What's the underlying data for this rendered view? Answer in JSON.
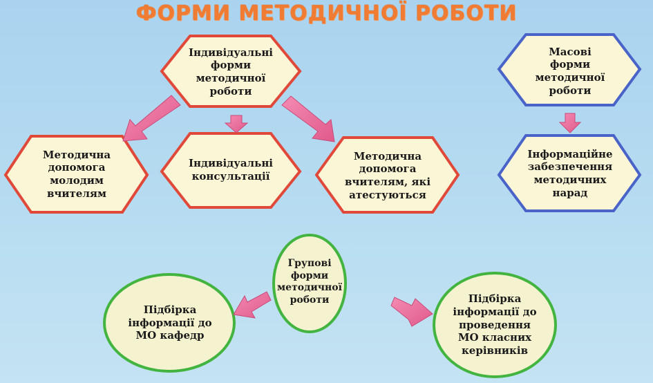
{
  "title": "ФОРМИ МЕТОДИЧНОЇ РОБОТИ",
  "colors": {
    "background": "#b4daf1",
    "title": "#f07c34",
    "individual_border": "#e0493a",
    "mass_border": "#4a63c9",
    "group_border": "#43b43f",
    "shape_fill": "#fbf6d6",
    "circle_fill": "#f5f3cf",
    "arrow": "#ec6f9c"
  },
  "individual": {
    "root": "Індивідуальні\nформи\nметодичної\nроботи",
    "children": [
      "Методична\nдопомога\nмолодим\nвчителям",
      "Індивідуальні\nконсультації",
      "Методична\nдопомога\nвчителям, які\nатестуються"
    ]
  },
  "mass": {
    "root": "Масові\nформи\nметодичної\nроботи",
    "child": "Інформаційне\nзабезпечення\nметодичних\nнарад"
  },
  "group": {
    "root": "Групові форми\nметодичної\nроботи",
    "left": "Підбірка\nінформації до\nМО кафедр",
    "right": "Підбірка\nінформації до\nпроведення\nМО класних\nкерівників"
  }
}
